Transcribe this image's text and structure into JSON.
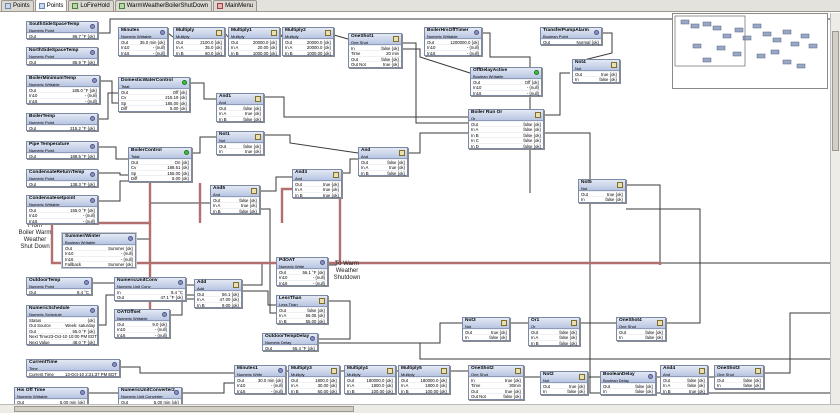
{
  "tabs": [
    {
      "label": "Points",
      "icon": "points-icon"
    },
    {
      "label": "Points",
      "icon": "points-icon",
      "active": true
    },
    {
      "label": "LoFireHold",
      "icon": "wiresheet-icon"
    },
    {
      "label": "WarmWeatherBoilerShutDown",
      "icon": "wiresheet-icon"
    },
    {
      "label": "MainMenu",
      "icon": "menu-icon"
    }
  ],
  "annotations": {
    "from": "From\nBoiler Warm\nWeather\nShut Down",
    "to": "To Warm\nWeather\nShutdown"
  },
  "blocks": [
    {
      "id": "southside",
      "name": "SouthSideSpaceTemp",
      "type": "Numeric Point",
      "icon": "dot",
      "rows": [
        [
          "Out",
          "86.7 °F {ok}"
        ]
      ]
    },
    {
      "id": "northside",
      "name": "NorthSideSpaceTemp",
      "type": "Numeric Point",
      "icon": "dot",
      "rows": [
        [
          "Out",
          "85.9 °F {ok}"
        ]
      ]
    },
    {
      "id": "minutes1",
      "name": "Minutes",
      "type": "Numeric Writable",
      "icon": "dot",
      "rows": [
        [
          "Out",
          "35.0 min {ok}"
        ],
        [
          "In10",
          "- {null}"
        ],
        [
          "In16",
          "- {null}"
        ]
      ]
    },
    {
      "id": "multiply",
      "name": "Multiply",
      "type": "Multiply",
      "icon": "sq",
      "rows": [
        [
          "Out",
          "2100.0 {ok}"
        ],
        [
          "In A",
          "35.0 {ok}"
        ],
        [
          "In B",
          "60.0 {ok}"
        ]
      ]
    },
    {
      "id": "multiply1",
      "name": "Multiply1",
      "type": "Multiply",
      "icon": "sq",
      "rows": [
        [
          "Out",
          "20000.0 {ok}"
        ],
        [
          "In A",
          "20.00 {ok}"
        ],
        [
          "In B",
          "1000.00 {ok}"
        ]
      ]
    },
    {
      "id": "multiply2",
      "name": "Multiply2",
      "type": "Multiply",
      "icon": "sq",
      "rows": [
        [
          "Out",
          "20000.0 {ok}"
        ],
        [
          "In A",
          "20000.0 {ok}"
        ],
        [
          "In B",
          "1000.00 {ok}"
        ]
      ]
    },
    {
      "id": "oneshot1",
      "name": "OneShot1",
      "type": "One Shot",
      "icon": "sq",
      "rows": [
        [
          "In",
          "false {ok}"
        ],
        [
          "Time",
          "20 min"
        ],
        [
          "Out",
          "false {ok}"
        ],
        [
          "Out Not",
          "true {ok}"
        ]
      ]
    },
    {
      "id": "boilerhrtimer",
      "name": "BoilerHrsOffTimer",
      "type": "Numeric Writable",
      "icon": "dot",
      "rows": [
        [
          "Out",
          "1200000.0 {ok}"
        ],
        [
          "In10",
          "- {null}"
        ],
        [
          "In16",
          "- {null}"
        ]
      ]
    },
    {
      "id": "transferpump",
      "name": "TransferPumpAlarm",
      "type": "Boolean Point",
      "icon": "dot",
      "rows": [
        [
          "Out",
          "Normal {ok}"
        ]
      ]
    },
    {
      "id": "boilermin",
      "name": "BoilerMinimumTemp",
      "type": "Numeric Writable",
      "icon": "dot",
      "rows": [
        [
          "Out",
          "185.0 °F {ok}"
        ],
        [
          "In10",
          "- {null}"
        ],
        [
          "In16",
          "- {null}"
        ]
      ]
    },
    {
      "id": "domestic",
      "name": "DomesticWaterControl",
      "type": "Tstat",
      "icon": "dot green",
      "rows": [
        [
          "Out",
          "Off {ok}"
        ],
        [
          "Cv",
          "215.19 {ok}"
        ],
        [
          "Sp",
          "185.00 {ok}"
        ],
        [
          "Diff",
          "5.00 {ok}"
        ]
      ]
    },
    {
      "id": "and1",
      "name": "And1",
      "type": "And",
      "icon": "sq",
      "rows": [
        [
          "Out",
          "false {ok}"
        ],
        [
          "In A",
          "true {ok}"
        ],
        [
          "In B",
          "false {ok}"
        ]
      ]
    },
    {
      "id": "offdelay",
      "name": "OffDelayActive",
      "type": "Boolean Writable",
      "icon": "dot green",
      "rows": [
        [
          "Out",
          "Off {ok}"
        ],
        [
          "In10",
          "- {null}"
        ],
        [
          "In16",
          "- {null}"
        ]
      ]
    },
    {
      "id": "not4",
      "name": "Not4",
      "type": "Not",
      "icon": "sq",
      "rows": [
        [
          "Out",
          "true {ok}"
        ],
        [
          "In",
          "false {ok}"
        ]
      ]
    },
    {
      "id": "boilertemp",
      "name": "BoilerTemp",
      "type": "Numeric Point",
      "icon": "dot",
      "rows": [
        [
          "Out",
          "215.2 °F {ok}"
        ]
      ]
    },
    {
      "id": "boilerrunor",
      "name": "Boiler Run Or",
      "type": "Or",
      "icon": "sq",
      "rows": [
        [
          "Out",
          "false {ok}"
        ],
        [
          "In A",
          "false {ok}"
        ],
        [
          "In B",
          "false {ok}"
        ],
        [
          "In C",
          "false {ok}"
        ],
        [
          "In D",
          "false {ok}"
        ]
      ]
    },
    {
      "id": "not1",
      "name": "Not1",
      "type": "Not",
      "icon": "sq",
      "rows": [
        [
          "Out",
          "false {ok}"
        ],
        [
          "In",
          "true {ok}"
        ]
      ]
    },
    {
      "id": "pipetemp",
      "name": "Pipe Temperature",
      "type": "Numeric Point",
      "icon": "dot",
      "rows": [
        [
          "Out",
          "188.5 °F {ok}"
        ]
      ]
    },
    {
      "id": "boilerctrl",
      "name": "BoilerControl",
      "type": "Tstat",
      "icon": "dot green",
      "rows": [
        [
          "Out",
          "On {ok}"
        ],
        [
          "Cv",
          "188.51 {ok}"
        ],
        [
          "Sp",
          "155.00 {ok}"
        ],
        [
          "Diff",
          "5.00 {ok}"
        ]
      ]
    },
    {
      "id": "and",
      "name": "And",
      "type": "And",
      "icon": "sq",
      "rows": [
        [
          "Out",
          "false {ok}"
        ],
        [
          "In A",
          "true {ok}"
        ],
        [
          "In B",
          "false {ok}"
        ]
      ]
    },
    {
      "id": "condreturn",
      "name": "CondensateReturnTemp",
      "type": "Numeric Point",
      "icon": "dot",
      "rows": [
        [
          "Out",
          "138.3 °F {ok}"
        ]
      ]
    },
    {
      "id": "and3",
      "name": "And3",
      "type": "And",
      "icon": "sq",
      "rows": [
        [
          "Out",
          "true {ok}"
        ],
        [
          "In A",
          "true {ok}"
        ],
        [
          "In B",
          "true {ok}"
        ]
      ]
    },
    {
      "id": "and5",
      "name": "And5",
      "type": "And",
      "icon": "sq",
      "rows": [
        [
          "Out",
          "false {ok}"
        ],
        [
          "In A",
          "true {ok}"
        ],
        [
          "In B",
          "false {ok}"
        ]
      ]
    },
    {
      "id": "condsetpoint",
      "name": "Condensatesetpoint",
      "type": "Numeric Writable",
      "icon": "dot",
      "rows": [
        [
          "Out",
          "155.0 °F {ok}"
        ],
        [
          "In10",
          "- {null}"
        ],
        [
          "In16",
          "- {null}"
        ]
      ]
    },
    {
      "id": "not5",
      "name": "Not5",
      "type": "Not",
      "icon": "sq",
      "rows": [
        [
          "Out",
          "true {ok}"
        ],
        [
          "In",
          "false {ok}"
        ]
      ]
    },
    {
      "id": "summerwinter",
      "name": "Summer/Winter",
      "type": "Boolean Writable",
      "icon": "dot",
      "rows": [
        [
          "Out",
          "Summer {ok}"
        ],
        [
          "In10",
          "- {null}"
        ],
        [
          "In16",
          "- {null}"
        ],
        [
          "Fallback",
          "Summer {ok}"
        ]
      ]
    },
    {
      "id": "pdat",
      "name": "PdOAT",
      "type": "Numeric Write",
      "icon": "dot",
      "rows": [
        [
          "Out",
          "56.1 °F {ok}"
        ],
        [
          "In10",
          "- {null}"
        ],
        [
          "In16",
          "- {null}"
        ]
      ]
    },
    {
      "id": "outdoor",
      "name": "OutdoorTemp",
      "type": "Numeric Point",
      "icon": "dot",
      "rows": [
        [
          "Out",
          "8.4 °C"
        ]
      ]
    },
    {
      "id": "nuc",
      "name": "NumericUnitConv",
      "type": "Numeric Unit Conv",
      "icon": "dot",
      "rows": [
        [
          "In",
          "8.4 °C"
        ],
        [
          "Out",
          "47.1 °F {ok}"
        ]
      ]
    },
    {
      "id": "add",
      "name": "Add",
      "type": "Add",
      "icon": "sq",
      "rows": [
        [
          "Out",
          "56.1 {ok}"
        ],
        [
          "In A",
          "47.00 {ok}"
        ],
        [
          "In B",
          "9.00 {ok}"
        ]
      ]
    },
    {
      "id": "lessthan",
      "name": "LessThan",
      "type": "Less Than",
      "icon": "sq",
      "rows": [
        [
          "Out",
          "false {ok}"
        ],
        [
          "In A",
          "56.05 {ok}"
        ],
        [
          "In B",
          "55.00 {ok}"
        ]
      ]
    },
    {
      "id": "sched",
      "name": "NumericSchedule",
      "type": "Numeric Schedule",
      "icon": "dot",
      "rows": [
        [
          "Status",
          "{ok}"
        ],
        [
          "Out Source",
          "Week: saturday"
        ],
        [
          "Out",
          "55.0 °F {ok}"
        ],
        [
          "Next Time",
          "23-Oct-10 10:00 PM EDT"
        ],
        [
          "Next Value",
          "48.0 °F {ok}"
        ]
      ]
    },
    {
      "id": "oatoffset",
      "name": "OATOffset",
      "type": "Numeric Writable",
      "icon": "dot",
      "rows": [
        [
          "Out",
          "9.0 {ok}"
        ],
        [
          "In10",
          "- {null}"
        ],
        [
          "In16",
          "- {null}"
        ]
      ]
    },
    {
      "id": "oatdelay",
      "name": "OutdoorTempDelay",
      "type": "Numeric Delay",
      "icon": "dot",
      "rows": [
        [
          "Out",
          "55.4 °F {ok}"
        ]
      ]
    },
    {
      "id": "not3",
      "name": "Not3",
      "type": "Not",
      "icon": "sq",
      "rows": [
        [
          "Out",
          "true {ok}"
        ],
        [
          "In",
          "false {ok}"
        ]
      ]
    },
    {
      "id": "or1",
      "name": "Or1",
      "type": "Or",
      "icon": "sq",
      "rows": [
        [
          "Out",
          "false {ok}"
        ],
        [
          "In A",
          "false {ok}"
        ],
        [
          "In B",
          "false {ok}"
        ]
      ]
    },
    {
      "id": "oneshot4",
      "name": "OneShot4",
      "type": "One Shot",
      "icon": "sq",
      "rows": [
        [
          "Out",
          "false {ok}"
        ],
        [
          "In",
          "false {ok}"
        ]
      ]
    },
    {
      "id": "curtime",
      "name": "CurrentTime",
      "type": "Time",
      "icon": "dot",
      "rows": [
        [
          "Current Time",
          "13-Oct-10 2:21:37 PM EDT"
        ]
      ]
    },
    {
      "id": "hisofftime",
      "name": "His Off Time",
      "type": "Numeric Writable",
      "icon": "dot",
      "rows": [
        [
          "Out",
          "5.00 min {ok}"
        ]
      ]
    },
    {
      "id": "nuc2",
      "name": "NumericUnitConverter2",
      "type": "Numeric Unit Converter",
      "icon": "dot",
      "rows": [
        [
          "Out",
          "5.00 min {ok}"
        ]
      ]
    },
    {
      "id": "minutes1b",
      "name": "Minutes1",
      "type": "Numeric Write",
      "icon": "dot",
      "rows": [
        [
          "Out",
          "30.0 min {ok}"
        ],
        [
          "In10",
          "- {null}"
        ],
        [
          "In16",
          "- {null}"
        ]
      ]
    },
    {
      "id": "multiply3",
      "name": "Multiply3",
      "type": "Multiply",
      "icon": "sq",
      "rows": [
        [
          "Out",
          "1800.0 {ok}"
        ],
        [
          "In A",
          "30.00 {ok}"
        ],
        [
          "In B",
          "60.00 {ok}"
        ]
      ]
    },
    {
      "id": "multiply4",
      "name": "Multiply4",
      "type": "Multiply",
      "icon": "sq",
      "rows": [
        [
          "Out",
          "180000.0 {ok}"
        ],
        [
          "In A",
          "1800.0 {ok}"
        ],
        [
          "In B",
          "100.00 {ok}"
        ]
      ]
    },
    {
      "id": "multiply5",
      "name": "Multiply5",
      "type": "Multiply",
      "icon": "sq",
      "rows": [
        [
          "Out",
          "180000.0 {ok}"
        ],
        [
          "In A",
          "1800.0 {ok}"
        ],
        [
          "In B",
          "100.00 {ok}"
        ]
      ]
    },
    {
      "id": "oneshot2",
      "name": "OneShot2",
      "type": "One Shot",
      "icon": "sq",
      "rows": [
        [
          "In",
          "true {ok}"
        ],
        [
          "Time",
          "30min"
        ],
        [
          "Out",
          "true {ok}"
        ],
        [
          "Out Not",
          "false {ok}"
        ]
      ]
    },
    {
      "id": "not2",
      "name": "Not2",
      "type": "Not",
      "icon": "sq",
      "rows": [
        [
          "Out",
          "true {ok}"
        ],
        [
          "In",
          "false {ok}"
        ]
      ]
    },
    {
      "id": "booldelay",
      "name": "BooleanDelay",
      "type": "Boolean Delay",
      "icon": "dot",
      "rows": [
        [
          "Out",
          "false {ok}"
        ],
        [
          "In",
          "false {ok}"
        ]
      ]
    },
    {
      "id": "and4",
      "name": "And4",
      "type": "And",
      "icon": "sq",
      "rows": [
        [
          "Out",
          "false {ok}"
        ],
        [
          "In A",
          "false {ok}"
        ],
        [
          "In B",
          "true {ok}"
        ]
      ]
    },
    {
      "id": "oneshot3",
      "name": "OneShot3",
      "type": "One Shot",
      "icon": "sq",
      "rows": [
        [
          "Out",
          "false {ok}"
        ],
        [
          "In",
          "false {ok}"
        ]
      ]
    }
  ]
}
